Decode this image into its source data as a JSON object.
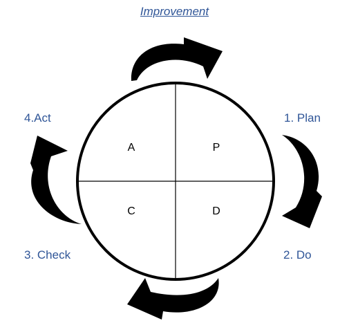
{
  "title": "Improvement",
  "steps": {
    "plan": "1. Plan",
    "do": "2. Do",
    "check": "3. Check",
    "act": "4.Act"
  },
  "quadrants": {
    "top_left": "A",
    "top_right": "P",
    "bottom_left": "C",
    "bottom_right": "D"
  },
  "colors": {
    "label_text": "#2f5597",
    "circle_stroke": "#000000",
    "arrow_fill": "#000000"
  },
  "icons": {
    "arrow_top": "curved-arrow-right-icon",
    "arrow_right": "curved-arrow-down-icon",
    "arrow_bottom": "curved-arrow-left-icon",
    "arrow_left": "curved-arrow-up-icon"
  }
}
